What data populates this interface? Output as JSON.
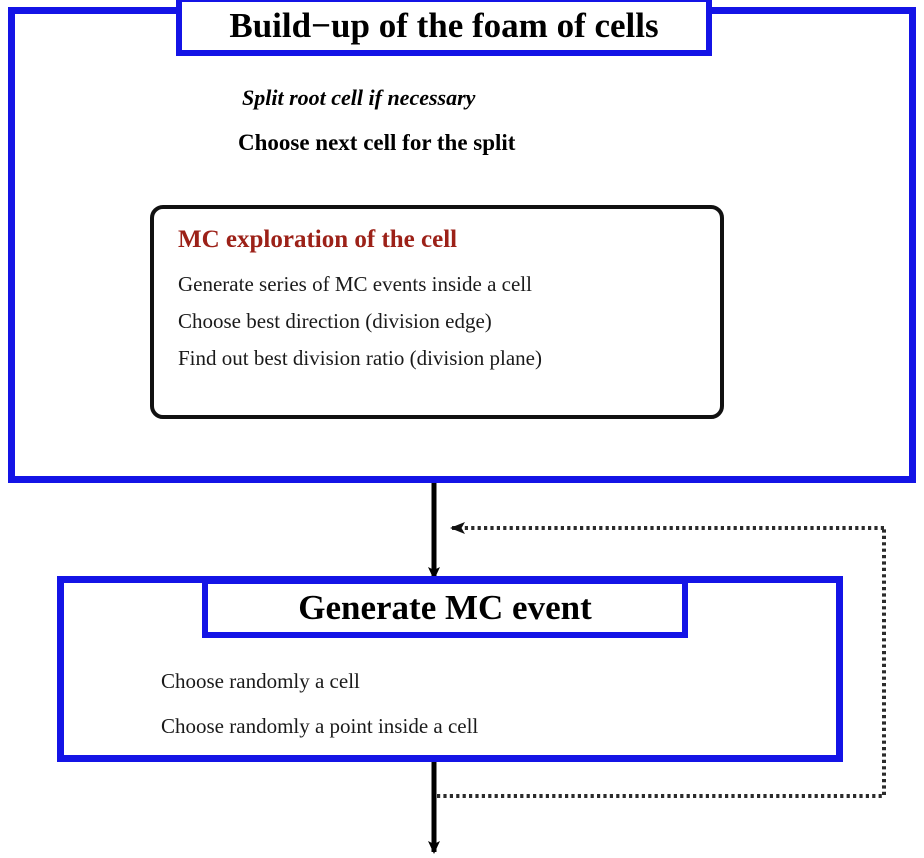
{
  "diagram": {
    "title": "Build-up of the foam of cells and MC event generation flow",
    "colors": {
      "panel_border": "#1414e6",
      "inner_box_border": "#111111",
      "heading_accent": "#9c2118",
      "arrow": "#000000",
      "background": "#ffffff"
    }
  },
  "buildup_panel": {
    "title": "Build−up of the foam of cells",
    "split_root_note": "Split root cell if necessary",
    "choose_next_cell": "Choose next cell for the split",
    "mc_box": {
      "heading": "MC exploration of the cell",
      "steps": [
        "Generate series of MC events inside a cell",
        "Choose best direction (division edge)",
        "Find out best division ratio (division plane)"
      ]
    }
  },
  "generate_panel": {
    "title": "Generate MC event",
    "steps": [
      "Choose randomly a cell",
      "Choose randomly a point inside a cell"
    ]
  },
  "connectors": [
    {
      "name": "choose-next-to-mc-box",
      "style": "dotted",
      "direction": "down",
      "from": "Choose next cell for the split",
      "to": "MC exploration of the cell"
    },
    {
      "name": "mc-box-loop-back",
      "style": "dotted",
      "direction": "up-left",
      "from": "MC exploration of the cell",
      "to": "Choose next cell for the split"
    },
    {
      "name": "buildup-to-generate",
      "style": "solid",
      "direction": "down",
      "from": "Build−up of the foam of cells",
      "to": "Generate MC event"
    },
    {
      "name": "generate-loop-back",
      "style": "dotted",
      "direction": "up-left",
      "from": "Generate MC event",
      "to": "Generate MC event"
    },
    {
      "name": "generate-output",
      "style": "solid",
      "direction": "down",
      "from": "Generate MC event",
      "to": ""
    }
  ]
}
